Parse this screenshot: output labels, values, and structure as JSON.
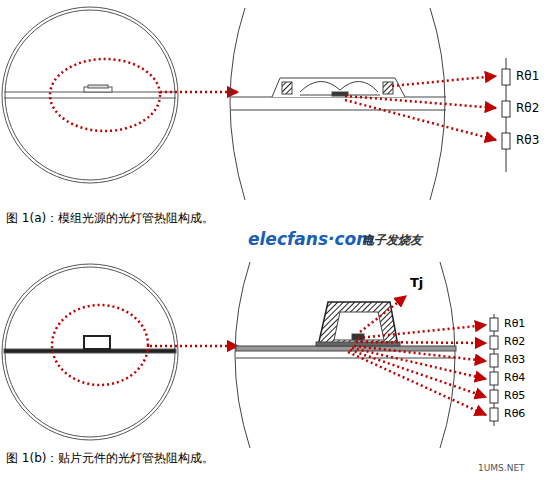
{
  "diagram": {
    "labels": [
      "Rθ1",
      "Rθ2",
      "Rθ3",
      "图 1(a)：模组光源的光灯管热阻构成。",
      "elecfans·com",
      "电子发烧友",
      "Tj",
      "Rθ1",
      "Rθ2",
      "Rθ3",
      "Rθ4",
      "Rθ5",
      "Rθ6",
      "图 1(b)：贴片元件的光灯管热阻构成。",
      "1UMS.NET"
    ]
  }
}
